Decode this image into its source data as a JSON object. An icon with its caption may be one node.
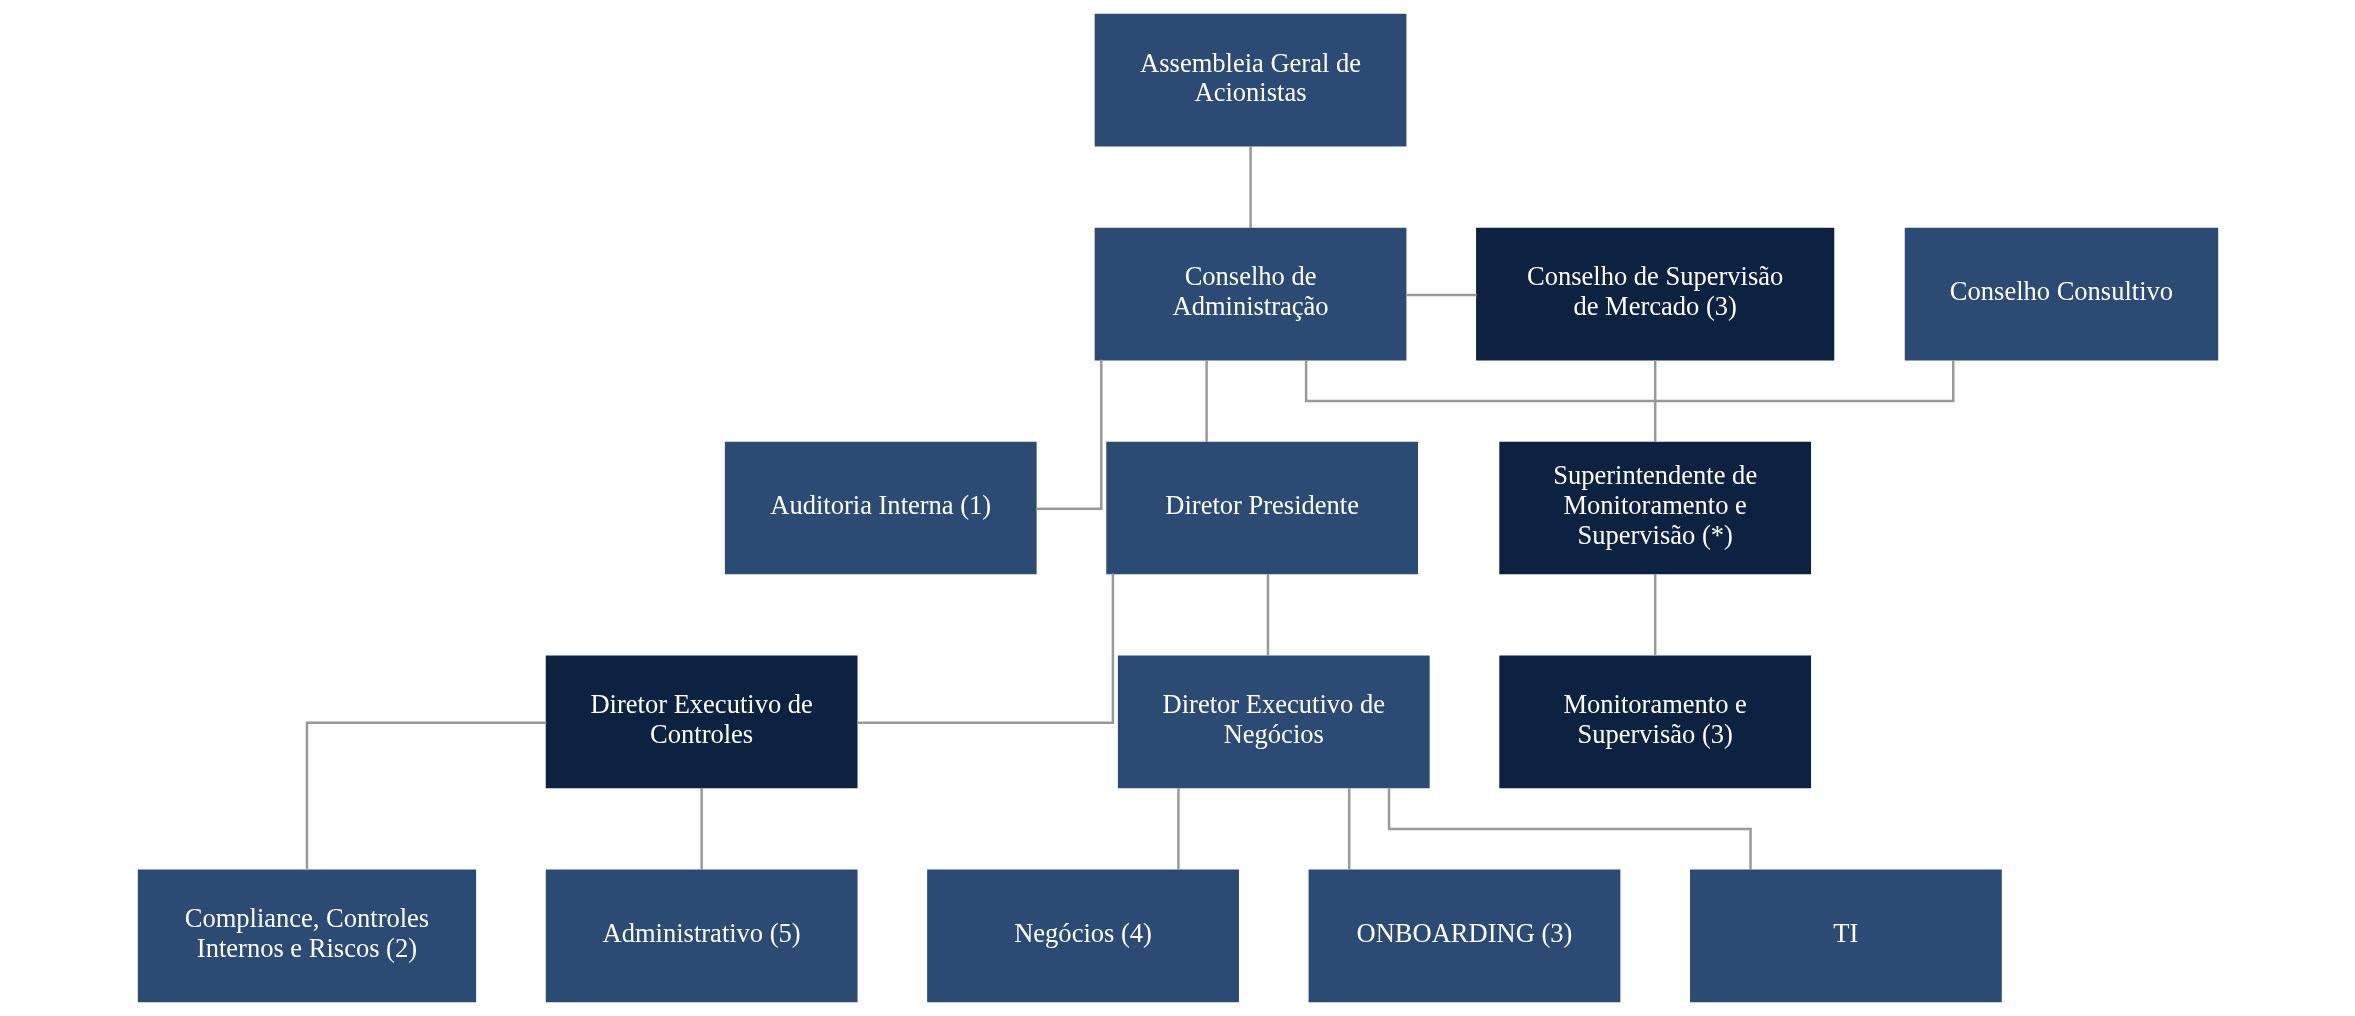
{
  "diagram": {
    "nodes": [
      {
        "text": [
          "Assembleia Geral de Acionistas"
        ]
      },
      {
        "text": [
          "Conselho Consultivo"
        ]
      },
      {
        "text": [
          "Conselho de Supervisão de Mercado (3)"
        ]
      },
      {
        "text": [
          "Conselho de Administração"
        ]
      },
      {
        "text": [
          "Auditoria Interna (1)"
        ]
      },
      {
        "text": [
          "Diretor Presidente"
        ]
      },
      {
        "text": [
          "Superintendente de Monitoramento e Supervisão (*)"
        ]
      },
      {
        "text": [
          "Diretor Executivo de Controles"
        ]
      },
      {
        "text": [
          "Diretor Executivo de Negócios"
        ]
      },
      {
        "text": [
          "Monitoramento e Supervisão (3)"
        ]
      },
      {
        "text": [
          "Compliance, Controles Internos e Riscos (2)"
        ]
      },
      {
        "text": [
          "Administrativo (5)"
        ]
      },
      {
        "text": [
          "Negócios (4)"
        ]
      },
      {
        "text": [
          "ONBOARDING (3)"
        ]
      },
      {
        "text": [
          "TI"
        ]
      }
    ],
    "edges": [
      {
        "from": 0,
        "to": 3,
        "arrow": "none"
      },
      {
        "from": 3,
        "to": 1,
        "arrow": "none"
      },
      {
        "from": 3,
        "to": 4,
        "arrow": "none"
      },
      {
        "from": 3,
        "to": 2,
        "arrow": "none"
      },
      {
        "from": 3,
        "to": 5,
        "arrow": "none"
      },
      {
        "from": 5,
        "to": 7,
        "arrow": "none"
      },
      {
        "from": 5,
        "to": 8,
        "arrow": "none"
      },
      {
        "from": 2,
        "to": 6,
        "arrow": "none"
      },
      {
        "from": 6,
        "to": 9,
        "arrow": "none"
      },
      {
        "from": 7,
        "to": 10,
        "arrow": "none"
      },
      {
        "from": 7,
        "to": 11,
        "arrow": "none"
      },
      {
        "from": 8,
        "to": 12,
        "arrow": "none"
      },
      {
        "from": 8,
        "to": 13,
        "arrow": "none"
      },
      {
        "from": 8,
        "to": 14,
        "arrow": "none"
      }
    ]
  }
}
